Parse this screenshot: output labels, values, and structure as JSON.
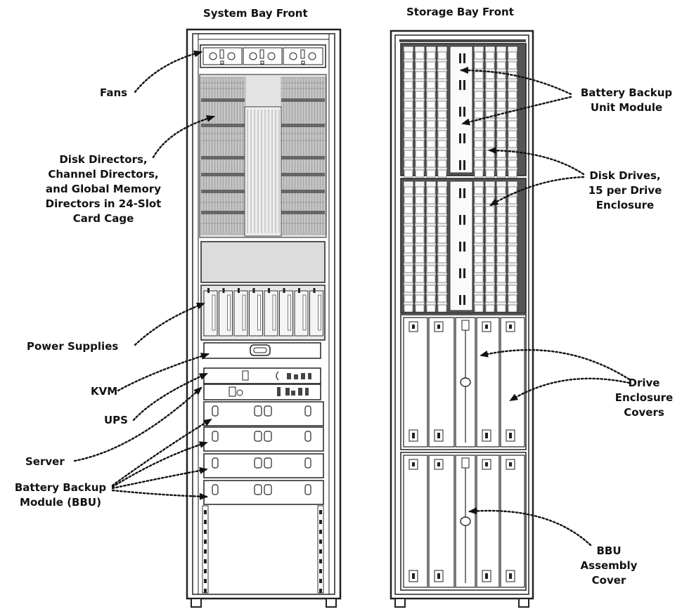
{
  "titles": {
    "system_bay": "System Bay Front",
    "storage_bay": "Storage Bay Front"
  },
  "labels": {
    "fans": "Fans",
    "directors": [
      "Disk Directors,",
      "Channel Directors,",
      "and Global Memory",
      "Directors in 24-Slot",
      "Card Cage"
    ],
    "power_supplies": "Power Supplies",
    "kvm": "KVM",
    "ups": "UPS",
    "server": "Server",
    "bbu_module": [
      "Battery Backup",
      "Module (BBU)"
    ],
    "battery_backup_unit": [
      "Battery Backup",
      "Unit Module"
    ],
    "disk_drives": [
      "Disk Drives,",
      "15 per Drive",
      "Enclosure"
    ],
    "drive_enclosure_covers": [
      "Drive",
      "Enclosure",
      "Covers"
    ],
    "bbu_assembly_cover": [
      "BBU",
      "Assembly",
      "Cover"
    ]
  },
  "colors": {
    "outline": "#222222",
    "gray_light": "#dcdcdc",
    "gray_mid": "#b4b4b4",
    "gray_dark": "#555555",
    "background": "#ffffff"
  }
}
